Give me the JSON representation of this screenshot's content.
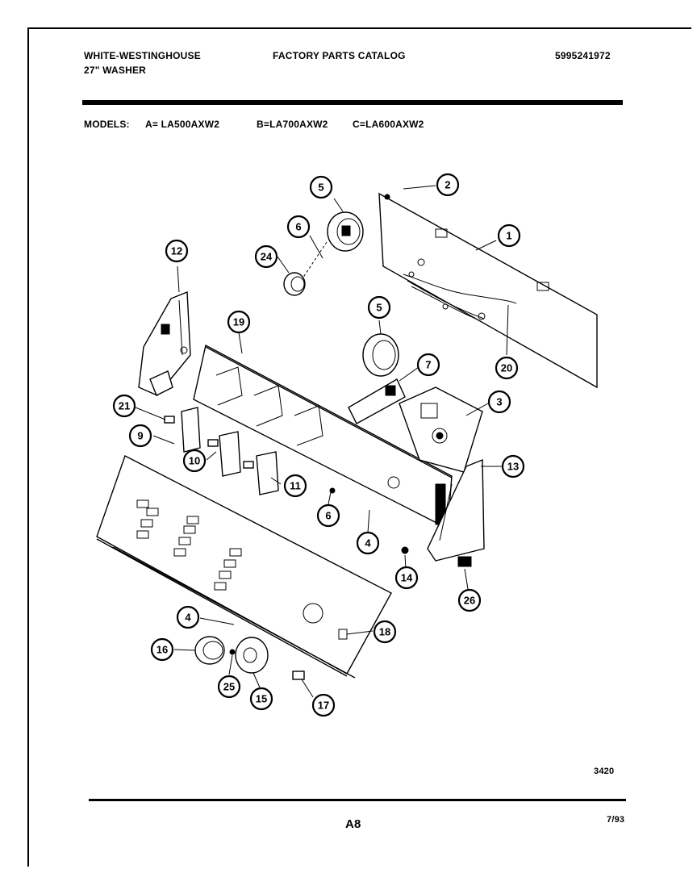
{
  "header": {
    "brand": "WHITE-WESTINGHOUSE",
    "product": "27\" WASHER",
    "catalog": "FACTORY PARTS CATALOG",
    "catalog_number": "5995241972"
  },
  "models": {
    "label": "MODELS:",
    "a": "A= LA500AXW2",
    "b": "B=LA700AXW2",
    "c": "C=LA600AXW2"
  },
  "callouts": [
    "1",
    "2",
    "3",
    "4",
    "4",
    "5",
    "5",
    "6",
    "6",
    "7",
    "9",
    "10",
    "11",
    "12",
    "13",
    "14",
    "15",
    "16",
    "17",
    "18",
    "19",
    "20",
    "21",
    "24",
    "25",
    "26"
  ],
  "footer": {
    "drawing_number": "3420",
    "page": "A8",
    "date": "7/93"
  }
}
